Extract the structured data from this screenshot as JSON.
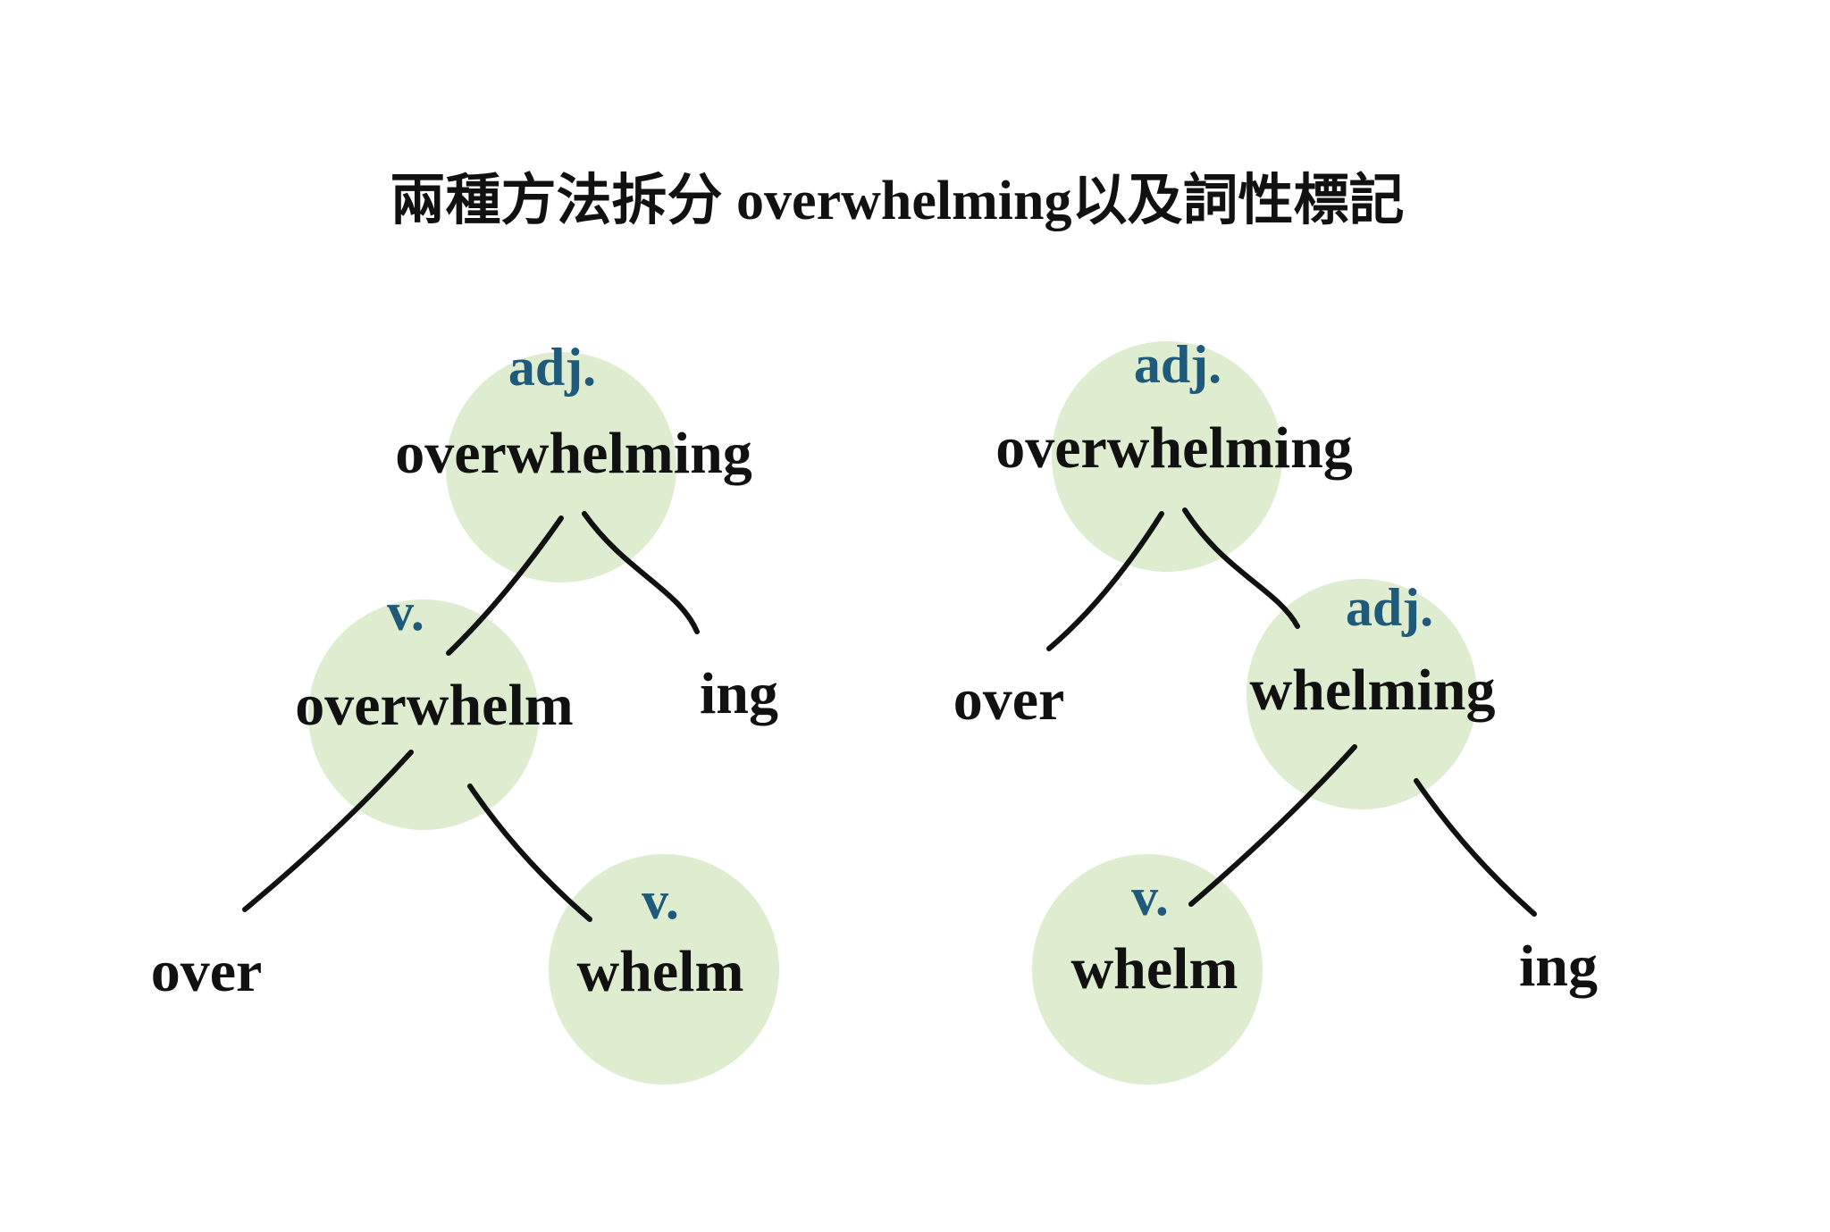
{
  "title": "兩種方法拆分 overwhelming以及詞性標記",
  "colors": {
    "node_fill": "#deecd0",
    "pos_label": "#1f5a7a",
    "text": "#111111"
  },
  "tree_left": {
    "root": {
      "pos": "adj.",
      "word": "overwhelming"
    },
    "mid": {
      "pos": "v.",
      "word": "overwhelm"
    },
    "suffix": "ing",
    "prefix": "over",
    "leaf": {
      "pos": "v.",
      "word": "whelm"
    }
  },
  "tree_right": {
    "root": {
      "pos": "adj.",
      "word": "overwhelming"
    },
    "prefix": "over",
    "mid": {
      "pos": "adj.",
      "word": "whelming"
    },
    "leaf": {
      "pos": "v.",
      "word": "whelm"
    },
    "suffix": "ing"
  }
}
